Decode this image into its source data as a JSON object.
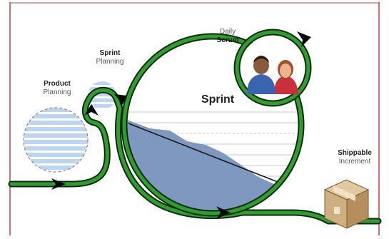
{
  "labels": {
    "product_planning": {
      "line1": "Product",
      "line2": "Planning"
    },
    "sprint_planning": {
      "line1": "Sprint",
      "line2": "Planning"
    },
    "daily_scrum": {
      "line1": "Daily",
      "line2": "Scrum"
    },
    "sprint": "Sprint",
    "shippable_increment": {
      "line1": "Shippable",
      "line2": "Increment"
    }
  },
  "colors": {
    "loop_green": "#2f9e2f",
    "loop_outline": "#0f2a0f",
    "frame_red": "#d23a3a",
    "backlog_blue": "#bcd6f2",
    "burndown_fill": "#7e98c0",
    "box_tan": "#cfae82"
  },
  "icons": [
    "arrow-icon",
    "team-people-icon",
    "shippable-box-icon"
  ]
}
